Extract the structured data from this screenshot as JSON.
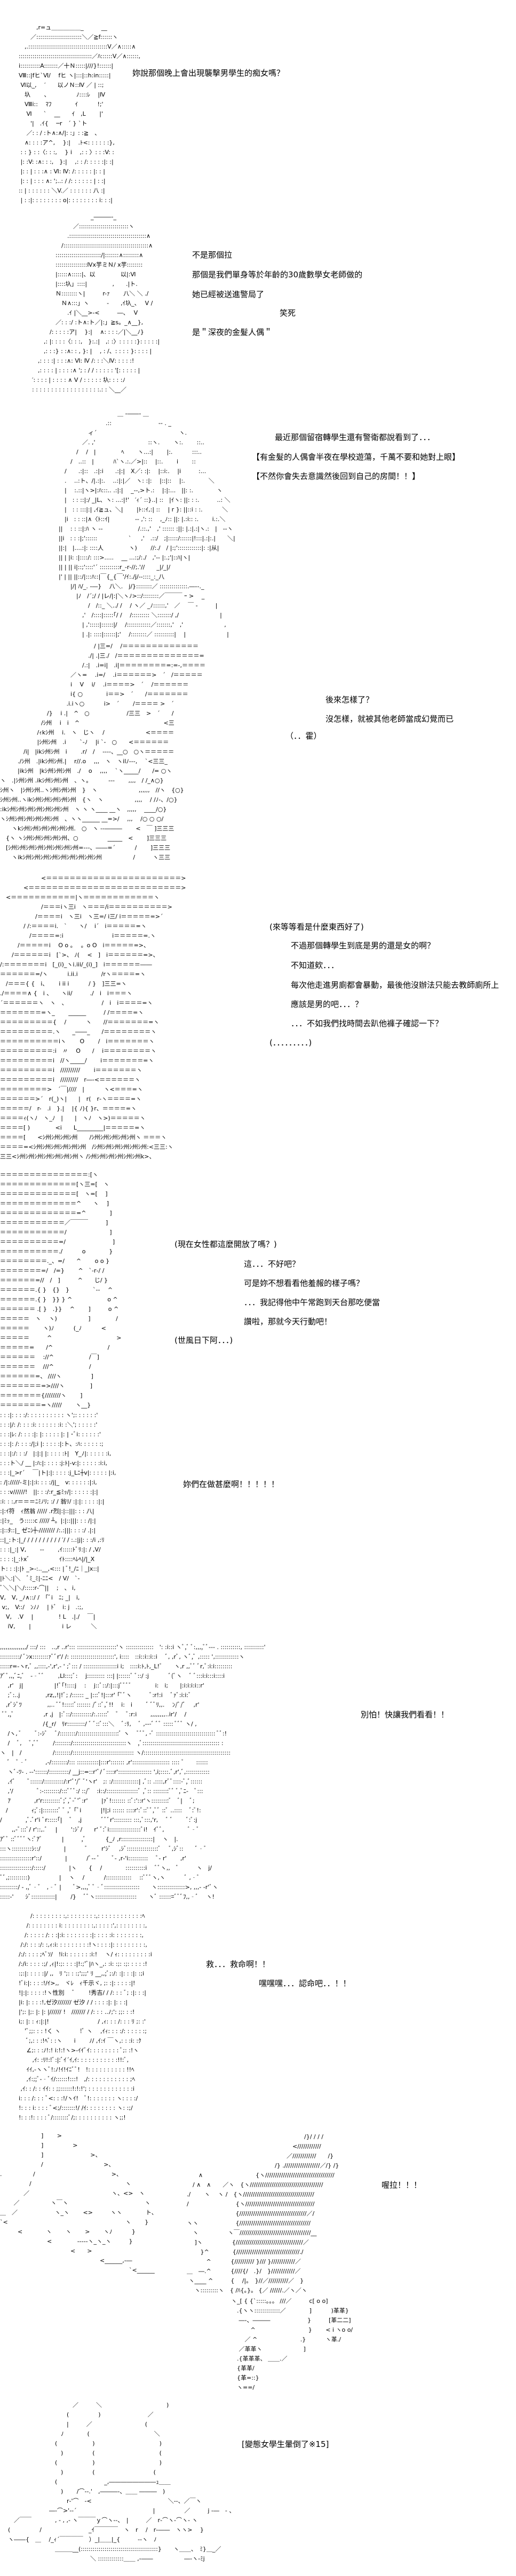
{
  "page": {
    "background_color": "#ffffff",
    "text_color": "#000000"
  },
  "panels": [
    {
      "art": [
        "　　　,r=ュ＿＿＿＿＿_　　　__",
        "　　／:::::::::::::::::::::::＼／≧f::::::ヽ",
        "　,.::::::::::::::::::::::::::::::::::::::::V／∧:::::∧",
        ":::::::::::::::::::::::::::::::::::::／ﾊ::::::V／∧::::::,",
        "i::::::::::A:::::::／十Ｎ:::::|///}!::::::|",
        "Ⅷ::|fヒ`Ⅵ/　 fヒ ヽ|:::|::h:in:::::|",
        " Ⅵ以_,　 ′　　以ノＮ::Ⅳ ／ | ::;",
        "　圦　　 、　　　　　ﾉ::::ﾚ　 |Ⅳ",
        "　Ⅷi::　 ﾏﾌ　　　　ｲ　　　 !;'",
        "　 Ⅵ　　`　 __　　ｲ　,L　　 |'",
        "　　'|　.ｲ{　 ─r　´ } `ト",
        "　 ／: : / :ト∧:∧/|: :」: :≧　、",
        "　∧: : : :ア^,　 }:|　 .ﾄ<: : : : : :},",
        " : : } : :〈: : :,　 } i　 ,: : 〉: : :V: :",
        " |: :V: :∧: : :,　}:|　 ,: : /: : : : :|: :|",
        " |: : | : : :∧ : Ⅵ: Ⅳ: /: : : : : |: : |",
        " |: : | : : : ∧: ';..: / /: : : : : : | : :|",
        ":: | : : : : : : ＼V.／ : : : : : : 八 :|",
        " | : :|: : : : : : : : o|: : : : : : : : i: : :|"
      ],
      "dialogue": [
        "妳說那個晚上會出現襲擊男學生的痴女嗎？"
      ]
    },
    {
      "art": [
        "　　　　　　　　　　_―――-_",
        "　　　　　　　／:::::::::::::::::::::::::ヽ",
        "　　　　　　.:::::::::::::::::::::::::::::::::::::::∧",
        "　　　　　/:::::::::::::::::::::::::::::::::::::::::::∧",
        "　　　　:::::::::::::::::::::::/|:::::::∧::::::::∧",
        "　　　　::::::::::::::::Ⅳx芋ミＮ/ x芋::::::::",
        "　　　　|:::::∧:::::|、以　　　　 以|:Ⅵ",
        "　　　　|::::圦」::::|　　　　 ,　　.|ト.",
        "　　　　Ｎ::::::::ヽ|　　　r-ｧ　　 八＼ ＼ ./",
        "　　　　　Ｎ∧:::」ヽ　　　‐　　,ｲ圦_、　 V /",
        "　　　　　　.ｲ |＼__>-<　　　―、　 V",
        "　　　　／: : :/ :ト∧:ト／|:」≧s。_∧__},",
        "　　　/: : : : :ア|　 }:|　 ∧: : : :／|＼__ﾉ}",
        "　　,: |: : : :〈: : :,　}:.:|　,: :〉: : : : :}: : : : :|",
        "　　,: : :} : :∧: : , }: |　 , : /、: : : : }: : : : |",
        "　,: : : :| : : :∧: Ⅵ: Ⅳ /: : :＼Ⅳ: : : : :!",
        "　,: : : : | : : : :∧ '; : / / : : : : : '[: : : : : |",
        "′: : : : | : : : : ∧ V / : : : : : 圦: : : :ﾉ",
        ": : : : : : : : : : : : : : : : : :.: : ＼__／"
      ],
      "dialogue": [
        "不是那個拉",
        "那個是我們單身等於年齡的30歲數學女老師做的",
        "她已經被送進警局了",
        "笑死",
        "是＂深夜的金髮人偶＂"
      ]
    },
    {
      "art": [
        "　　　　　　　　　　＿ -――- ＿",
        "　　　　　　　　.::　　　　　　　　‐‐ . _",
        "　　　　　ィ´　　　　　　　　　　　　　　ヽ.",
        "　　　　／. ,'　　　　　　　　　::ヽ.　　 ヽ:.　　 ::..",
        "　　　/　 /　|　　　　 ﾍ　　 ヽ...:|　　 |:.　　　 :::..",
        "　　/　..::　|　　　 ﾊ`ヽ.:.／>|::　 |::.　　 i　　 ::",
        "　/　　.:|::　.:|:i　　.:|:|　X／: :|:　 |::i:.　 |i　　　:...",
        "　.　 ..:ト、/|.:|:.　 ..:|:|／　ヽ: :|:　 |::|::　 |:.　　　　＼",
        "　|　 :.::|ヽ>|:ﾊ:::.. .:|:|　 _--,>ト.:　 |:|:...　||: :.　　　　ヽ",
        "　|　: : ::|:/ _|L、ヽ: ...:|!'　′ｨ´ ::}..| ::　|ｲヽ: ||: : :.　　　..: ＼",
        "　|　: : :::|:| ,ｲ≧ュ、＼|　　 |ﾄ::ｲ,:| ::　 | r }: ||::i : :.　　　 ＼",
        "　|i　: : ::|∧〈ﾄ::ｲ|　　　　 ‐‐ ,': ::　 ,_ﾉ:: ||: |.:i:: :.　　 i.:.＼",
        "||　 : : ::|:ﾊ ヽ ‐‐　　　　　　/.::.,'　,' :::::: :||: |.:|.:|ヽ.:　|　‐‐ヽ",
        "||i　: : :|;'::::::　　　　　 ` 　 ,'　.::/　;|:::::/::::::|!:::|.:|:.|　　＼|",
        "||:|　|....:|: ::::人　　　　 ヽ)　　 //:./　/ |:;'::::::::::::|: :|从|",
        "|| | |i: :|::::/: :::>.....　 __ ...:;/:./　,'‐‐ |:.;'|::ﾊ|ヽ|",
        "|| | || i|::;'::::'´ ::::::::::r_‐r‐//;.'//　　_|/_|/",
        "|' | || ||::/|:::ﾊ::|￣{_{￣'/ｲ:./j/‐‐::::_:_八",
        "　　|/| ﾊ/_. ‐―}　 八＼.　j/}::::::::／ ::::::::::::::.―‐-._",
        "　　　|ﾉ　/´;/ / |レ/|:|＼ヽﾉ>::/::::::::／￣￣￣ ｰ >　 _",
        "　　　　　/　/::_ ＼../ /　 / ヽ／ _ﾉ::::::,'　／　 ￣ ‐　　　|",
        "　　　　,'　/::::|:::::｢/ /　 /::::::::: ＼:::::::/ ,/　　　　　　　|",
        "　　　　| ,':::::|::::::|/　 /::::::::::::／:::::::,'　,'　　　　　　　,",
        "　　　　| .|: ::::|::::::|;'　 /::::::::／ ::::::::::| 　|　　　　　　　|"
      ],
      "dialogue": [
        "最近那個留宿轉學生還有警衛都說看到了．．．",
        "【有金髮的人偶會半夜在學校遊蕩，千萬不要和她對上眼】",
        "【不然你會失去意識然後回到自己的房間！！】"
      ]
    },
    {
      "art": [
        "　　　　　　　　　　　　　　　　/ |三=/　 /＝＝＝＝＝＝＝＝＝＝＝＝＝",
        "　　　　　　　　　　　　　　　./| .|三./　/＝＝＝＝＝＝＝＝＝＝＝＝＝＝=",
        "　　　　　　　　　　　　　　/.:|　.i=i|　.i|＝＝＝＝＝＝＝＝=:=‐,＝＝＝＝",
        "　　　　　　　　　　　　／ヽ=　 .i=/　 .i＝＝＝＝＝＝>　´　/＝＝＝＝＝",
        "　　　　　　　　　　　　i　 V　 i/　 .i＝＝＝＝>　´　 /＝＝＝＝＝＝",
        "　　　　　　　　　　　　i{ ○　　　　i＝＝>　´　　/＝＝＝＝＝＝＝",
        "　　　　　　　　　　　 .i.iヽ○　　　 i>　´　　 /＝＝＝＝ >　´",
        "　　　　　　　　/}　 i .|　^　○　　　　　　 /三三　>　´　　/",
        "　　　　　　　/ｼ州　 i　i　^　　　　　　　　　　　　　　 <三",
        "　　　　　　 /ｨkｼ州　 i.　ヽ　じヽ　 /　　　　　　　<＝＝＝＝",
        "　　　　　　 |ｼ州ｼ州　.i　　 `‐ﾉ　 |i `‐　○　　<＝＝＝＝＝＝",
        "　　　　/i|　|ikｼ州ｼ州　i　　 .r/　/　 ‐‐‐‐、__○　○ヽ＝＝＝＝＝",
        "　　　./ｼ州　.|ikｼ州ｼ州.|　 r//.o　 ,,,　ヽ　ヽilﾉ‐‐‐,　 `<三三_",
        "　　　|ikｼ州　|kｼ州ｼ州ｼ州　./　 o　 ,,,,　 `ヽ_____/　　/= ○ヽ",
        "ヽ　.|ｼ州ｼ州 .ikｼ州ｼ州ｼ州　、ヽ。　　　 ‐‐‐　　 ,,,,　/ /_∧○}",
        "ｼ州ヽ　|ｼ州ｼ州..ヽｼ州ｼ州ｼ州　}　ヽ　　　　　　　,,,,,,　//ヽ　{○}",
        "ｼ州ｼ州..ヽikｼ州ｼ州ｼ州ｼ州ｼ州　{ヽ　ヽ　　　　　 ,,,,　 / /ﾉ‐、/○}",
        ":ikｼ州ｼ州ｼ州ｼ州ｼ州ｼ州ｼ州　ヽ ヽ ヽ____ __ヽ　,,,,,　 ____/○}",
        "ヽｼ州ｼ州ｼ州ｼ州ｼ州ｼ州　、ヽヽ______ __=>/　 ,,,　 /○ ○ ○/",
        "　　ヽkｼ州ｼ州ｼ州ｼ州ｼ州ｼ州.　○　ヽ ‐‐―――　　 <　￣ ]三三三",
        "　{ヽ ヽｼ州ｼ州ｼ州ｼ州ｼ州、○　　　　　_____　<　　 ]三三三",
        "　[ｼ州ｼ州ｼ州ｼ州ｼ州ｼ州ｼ州ｼ州=‐‐‐、――=´　　　 /　　 ]三三三",
        "　　ヽikｼ州ｼ州ｼ州ｼ州ｼ州ｼ州ｼ州ｼ州ｼ州　　　　　 /　　　ヽ三三"
      ],
      "dialogue": [
        "後來怎樣了？",
        "沒怎樣，就被其他老師當成幻覺而已",
        "（．．霍）"
      ]
    },
    {
      "art": [
        "　　　　　　　<＝＝＝＝＝＝＝＝＝＝＝＝＝＝＝＝＝＝＝＝＝＝＝>",
        "　　　　<＝＝＝＝＝＝＝＝＝＝＝＝＝＝＝＝＝＝＝＝＝＝＝＝＝＝>",
        "　<＝＝＝＝＝＝＝＝＝＝＝|ヽ＝＝＝＝＝＝＝＝＝＝＝＝ヽ",
        "　　　　　　　/＝＝＝iヽ三i　ヽ＝＝＝/i＝＝＝＝＝＝＝＝＝＝>",
        "　　　　　　/＝＝＝＝i　ヽ三i　ヽ三=/ i三/ i＝＝＝＝＝=>´",
        "　　　　/ /:＝＝＝＝i.　`　　ヽ/　 i´　i＝＝＝＝＝=ヽ",
        "　　　　　/＝＝＝＝=:i　　　　　　　　 i＝＝＝＝＝=.ヽ",
        "　　　/＝＝＝＝＝i　 O o 。　 。o O　i＝＝＝＝＝=>、",
        "　　/＝＝＝＝＝＝i　[`>、 ﾉ(　 <　]　i＝＝＝＝＝＝=>、",
        "/:＝＝＝＝＝＝＝i　[_(i)_ヽi.iii/_(i)_]　i＝＝＝＝＝＝――",
        "＝＝＝＝＝＝=/ヽ　　　 i.ii.i　　　　/rヽ＝＝＝＝=ヽ",
        "　/＝＝＝{ {　i、　　 i ii i　　　 / }　]三三=ヽ",
        "./＝＝＝＝∧ {　i 、　　ヽii/　　　./　i　i＝＝＝ヽ",
        "´＝＝＝＝＝＝ヽ　ヽ　、　　　　　　 /　i　i＝＝＝＝=ヽ",
        "＝＝＝＝＝＝＝=ヽ_　　 ______　　　/ /＝＝＝＝=ヽ",
        "＝＝＝＝＝＝＝＝＝{　 /　　　 ヽ　　//＝＝＝＝＝＝＝=ヽ",
        "＝＝＝＝＝＝＝＝＝.ヽ　　_――_　　/＝＝＝＝＝＝＝＝ヽ",
        "＝＝＝＝＝＝＝＝＝＝iヽ　　 O　　 /　i＝＝＝＝＝＝＝ヽ",
        "＝＝＝＝＝＝＝＝＝:i　〃　 O　　/　 i＝＝＝＝＝＝＝＝ヽ",
        "＝＝＝＝＝＝＝＝＝i　//ヽ_____/　　 i＝＝＝＝＝＝＝=ヽ",
        "＝＝＝＝＝＝＝＝＝i　//////////　　 i＝＝＝＝＝＝＝ヽ",
        "＝＝＝＝＝＝＝＝＝i　/////////　r―‐<＝＝＝＝＝＝ヽ",
        "＝＝＝＝＝＝＝＝>　´￣|////　|　　　 ヽ<＝＝＝=ヽ",
        "＝＝＝＝＝＝>´　r(_)ヽ|　　|　r(　r‐ヽ＝＝＝＝=ヽ",
        "＝＝＝＝＝/　r-　.i　}.|　 |{ ﾉ){ }r、＝＝＝＝=ヽ",
        "＝＝＝＝ｨ(ヽﾉ　ヽ_ﾉ　|　　|　ヽﾉ　ヽ>)＝＝＝＝＝ヽ",
        "＝＝＝＝[ )　　　　 <i　　L_________|＝＝＝＝＝=ヽ",
        "＝＝＝＝[　　<ｼ州ｼ州ｼ州ｼ州　　/ｼ州ｼ州ｼ州ｼ州ｼ州ヽ ＝＝＝ヽ",
        "＝＝＝＝=<ｼ州ｼ州ｼ州ｼ州ｼ州ｼ州　/ｼ州ｼ州ｼ州ｼ州ｼ州ｼ州:<三三:ヽ",
        "三三<ｼ州ｼ州ｼ州ｼ州ｼ州ｼ州ｼ州ヽ /ｼ州ｼ州ｼ州ｼ州ｼ州ｼ州k>、"
      ],
      "dialogue": [
        "(來等等看是什麼東西好了)",
        "不過那個轉學生到底是男的還是女的啊？",
        "不知道欸．．．",
        "每次他走進男廁都會暴動，最後他沒辦法只能去教師廁所上",
        "應該是男的吧．．．？",
        "．．．不如我們找時間去趴他褲子確認一下？",
        "(．．．．．．．．．)"
      ]
    },
    {
      "art": [
        "＝＝＝＝＝＝＝＝＝＝＝＝＝＝＝:[ヽ",
        "＝＝＝＝＝＝＝＝＝＝＝＝＝[ヽ三=[　ヽ",
        "＝＝＝＝＝＝＝＝＝＝＝＝＝[　ヽ=[　 ]",
        "＝＝＝＝＝＝＝＝＝＝＝＝＝^　　ヽ　 ]",
        "＝＝＝＝＝＝＝＝＝＝＝＝＝=^　　　　]",
        "＝＝＝＝＝＝＝＝＝＝＝／￣￣￣　　　]",
        "＝＝＝＝＝＝＝＝＝＝＝/　　　　　　　 ]",
        "＝＝＝＝＝＝＝＝＝＝=/　　　　　　　　]",
        "＝＝＝＝＝＝＝＝＝＝./　　　 o　　　　}",
        "＝＝＝＝＝＝＝＝._、=/　　^　　 o o }",
        "＝＝＝＝＝＝＝=/　/=}　　 ^　`‐r‐/ /",
        "＝＝＝＝＝＝=//　/　]　　　^　　じ/ }",
        "＝＝＝＝＝＝.{ }　{}　}　　　　`‐‐　 ^",
        "＝＝＝＝＝＝.{ }　}} } ^　　　　　　o ^",
        "＝＝＝＝＝＝ .[ }　.}}　 ^　　 ]　　　o ^",
        "＝＝＝＝＝　ヽ　 ヽ)　　　　　 ]　　　　 /",
        "＝＝＝＝＝　　 ヽ)ﾉ　　　 (_ﾉ　　　 <",
        "＝＝＝＝＝　　　^　　　　　　　　　　　>",
        "＝＝＝＝＝=　　/^　　　　　　　　　 /",
        "＝＝＝＝＝＝　 ://^　　　　　　/￣]",
        "＝＝＝＝＝＝　 ///^　　　　　　/",
        "＝＝＝＝＝＝=、 ////ヽ　　　　　]",
        "＝＝＝＝＝＝＝=>////ヽ　　　　 ]",
        "＝＝＝＝＝＝＝{////////ヽ　　 ]",
        "＝＝＝＝＝＝＝=ヽ/////　　 ヽ__}"
      ],
      "dialogue": [
        "(現在女性都這麼開放了嗎？)",
        "這．．．不好吧？",
        "可是妳不想看看他羞赧的樣子嗎？",
        "．．．我記得他中午常跑到天台那吃便當",
        "讚啦，那就今天行動吧！",
        "(世風日下阿．．．)"
      ]
    },
    {
      "art": [
        ": : :|: : : :/: : : : : : : : : : ヽ';: : : : : :'",
        ": : :|/: /: : : :i: : : : : : :i: :＼'; : : : : :'",
        ": : :|ﾚ: /: : : :|: |: : : : : |: | ･ﾞi: : : : : :'",
        ": : :|: /: : : :/|;i |: : : : :|:ト、:ﾊ: : : : : :;",
        ": : :|:/: : :/　|:|:| |: : : : :ﾄ|　Y_ﾉ|: : : : : :i,",
        ": : :ト＼/ __ |:ﾊ:|: : : : :j:ﾄ|‐v:|: : : : : :i:i,",
        ": : :|_>r´　 ￣|ト|:|: : : : :j_Lﾆ┼v|: : : : : |:i,",
        ": /|://///‐ミ|:|:i: : : :/j|_　v: : : : : :|:i,",
        ": : :v//////!　||: : :/:r_≦ﾐｯ/|: : : : : :|:|",
        ":i: : :,r＝＝＝ﾆﾐﾉﾘ; :/ / 翁ﾘ/ :|:|: : : : :|:|",
        ":|:ｲ符　ｨ然翁 ///// .r烈|:|::|||: : : 八|",
        ":|ﾐｯ_　う:::::c ///// ┴。|:|::|||: : : /|:|",
        ":|::ﾀ::|_ ゼﾆｼ┼‐//////// /:.:|||: : : :/ .|:|",
        "::|_:ト:|_/ / / / / / / / / / ′/ / :.:|j|: : :/i ,:ﾘ",
        ": : :|_:| V,　　 ‐‐　　 ,ｲ:::::ﾄﾞﾘ:|: / ,V/",
        ": : : :|_:ﾄxﾞ　　　　　ｲﾄ::::ﾍﾚﾍ|/|_X",
        "ト: : :|:|ﾄ _>‐:..__,<::: | ﾞ!_/ﾆ｜_|x::|",
        "|ﾄ＼:|＼　ﾞﾐ_ﾐ|‐ﾆﾆ<　/ V/　`‐",
        "ﾞ＼＼|＼/:::::r‐⌒||　 ;　、 i,",
        "V,　V, _ﾉ∧::/ /　｢ﾞi　ﾆ; _|　i,",
        " v;,　V::/　ﾝﾉﾉ　 | ﾄﾞ　i: j　.:;,",
        "　V,　.V　 |　　　　 ! L　.|./　 ￣|",
        "　 iV,　　 |　　　　　 i レ　　　 ＼"
      ],
      "dialogue": [
        "妳們在做甚麼啊！！！！！"
      ]
    },
    {
      "art": [
        ",,,,,,,,,,,,,,/ :::/ :::　..,r ..r'::: ::::::::::::::::::::'ヽ ::::::::::::::　': :i::i ヽﾞ,ﾞ ﾞ:,,,,ﾞﾞ‐‐‐ . ::::::::::, ::::::::::'",
        "::::::::::/ ﾞﾝx::::::::ｧﾞﾞr'/ /: ::::::::::::::::::::::', i::::　::i::i::i::i　 ﾞ, ,rﾞ, ヽﾞ,ﾞ ,::::: ',::::::::::::ヽ",
        ":::::r=‐ヽr,ﾞ ,,::::,-',r',- ' ;ﾞ::: / :::::::::::::::::i i;　::::i:ﾄ,ﾄ,_L!ﾞ　　ヽ,r ,,ﾞﾞ ﾞr,ﾞ:i:i:::::::::",
        "ｱﾞﾞ,,,ﾞﾆ,ﾞ　‐‐ﾞﾞ　　 ,LI:::;ﾞ:　 j::::::::: :::| |::::::ﾞ ﾞ::/ :j　　　 ﾞ(ﾞヽ　 ﾞ ﾞ:::i:i:::i::::i",
        "　 ,r'　j|　　　　　 |!ﾞ｢!::::j　 :　 j::ﾞ::/:|:::jﾞﾞﾞﾞ　　　　i:　i;　　|:i:i:i:i::r'",
        "　 ;ﾞ:..j　　　　 ,rz,,!|!ﾞ; /:::::: _ |:::ﾞ!|:::r' ｢ﾞﾞヽ　　　ﾞ:r!:i　 ﾞｧﾞ:i:i:ﾞ",
        "　,rﾞｼﾞﾂ　　　　 ,,.. ﾞﾞ!:::::ﾞ::::::: /ﾞ::ﾞ,ﾞ!!　 i:　i　　 ﾞ ﾞﾞﾘ,,.　 ﾝ/ﾞ/ﾞ　 ,r'",
        " ﾞﾞ,,ﾞ　　　　　,r ,j　|:ﾞ::/::::::::::/:.:::::ﾞ　ﾞ　 ﾞ:r:i　　 ,,,,,,,,..ir'/　 /",
        "　　　　　　　 /{_r/　ﾘr:::::::::/ ﾞ ﾞ::ﾞ:::＼　 ﾞ:ﾘ,　 ﾞ ,‐‐-ﾞ ﾞﾞ ::::: ﾞﾞﾞ ヽ/ ,",
        "　 /ヽ, ﾞ　　 ﾞ:‐ｼﾞ　 ﾞ/::::::::/:::::::::::::::::::::ﾞ ヽ　 ﾞﾞﾞ, -ﾞ :::::::::::::::::::::::::::::: ﾞﾞ:!",
        "　 /　 ﾞ,　 ﾞ,ﾞﾞ　　 /::::::::/:::::::::::::::::::::::::::ヽ　,ﾞ::::::::::::::::::::::::::::::::::::::: :",
        "ヽ　|　/　　　　　 /::::::::/::::::::::::::::::::::::::::::: ヽ/::::::::::::::::::::::::::::::::::::::::::::",
        "　 ﾞ　ﾞ‐ﾞ　　　,‐/::::::::/::: :::::::::::|:::r'::::::: ,r'::::::::::::::::::: :::: ﾞ　　::::::",
        "　 ヽﾞ‐ﾂ‐ . ‐‐'::::::/::::::::::/ __j::=::r'ﾞ/ ﾞ::::r'::::::::::::::::: ',i;::::.ﾞ,r',ﾞ,::::::::::::",
        "　 ,ｲﾞ　　ﾞ::::::/::::::::::/:r'ﾞ'/ﾞ ﾞ'ヽr'　;: :/:::::::::::::| ,ﾞ:: .::::,rﾞﾞ::::-ﾞ,ﾞ::::::",
        "　 ,'/　　　　ﾞ:‐::::::::/:::ﾞﾞﾞ:/ ::/ﾞ　:i::/::::::::::::::::ﾞ ,ﾞ:: ::::::::ﾞﾞ ﾞ,ﾞﾆ‐　ﾞ:::",
        "　 ｱ　　　　,r'r:::::::::ﾞ;ﾞ,ﾞ-ﾞ'ﾞ:r'　　 |ｧﾞ!::::::: ::ﾞ:'::r'ヽ:::::::::ﾞ　ﾞ|　 ﾞ;",
        "　/　　　　ｨ;ﾞ:|::::::::ﾞ ﾞ ,ﾞ ｢ﾞi　　　 |!|;i :::::: ::::r':ﾞ::ﾞﾞ,ﾞﾞ ::ﾞ ..::::　 ﾞ:ﾞ!:",
        "/　　　　,ﾞ.ﾞr'i ﾞr:::::｢|　 ﾞ　,j　　　 ﾞﾞﾞr'::::::::: :::,ﾞ:::,'r,　 ﾞ ﾞ　　 ﾞ:ﾞ:j",
        "　　,,‐ﾞ:::ﾞ/ r'::,.ﾞ 　|　　 ':ｼﾞ/　　r' ﾞ:ﾞi::::::::::::::::ﾞi!　ｲﾞﾞ,　　　　ﾞ‐ﾞ",
        "ｱﾞﾞ ::ﾞﾞﾞﾞヽ:ﾞｱﾞ　　　 |　　　,ﾞ　　　 {_ﾉ ,r::::::::::::::::| 　ヽ　|.",
        ":::ヽ::::::::::ｼ::/　　　　|　　　 ﾞ　　 r'ｼﾞ　 ,ｼﾞ::::::::::::::::ﾞ 　ﾞ,ｼﾞ::　　ﾞ‐ﾞ",
        "::::::::::::::::r'::/　　　　|　　　 /ﾞ‐- ﾞ　　ﾞ- ,r‐'i::::::::::　 ﾞ‐ r'　　 ,r'",
        "::::::::::::::::/:::::/　　　　|ヽ　　{　 /　　　　::::::::::i　 ﾞﾞヽ,,　ﾞ　　　ヽ　j/",
        "ﾞﾞ,;:::::::::)　　　　　|　 ヽ　 /　　　 /:::::::::::::　 ::ﾞﾞﾞヽ,ヽ　　　 ﾞ ,‐ﾞ",
        ":::::::::/ ‐ ,,ﾞ‐ﾞ　,‐ﾞ |　　ﾞ>,,,,ﾞ ﾞ‐ﾞ::::::::::::::::::　　ヽ::::::::::::::>, ,,,‐ ‐r'ﾞヽ",
        ":::::‐'　　ｼﾞ::::::::::::|　　 /}　 ﾞﾞヽ:::::::::::::::::::::　　ヽﾞ ::::::=ﾞﾞﾞﾌ,,‐ﾞ　 ヽ!"
      ],
      "dialogue": [
        "別怕！快讓我們看看！！"
      ]
    },
    {
      "art": [
        "　　/: : : : : : : : :,: : : : : : : :,: : : : : : : : : : : :ﾍ",
        "　 /: : : : : : : : i: : : : : : : : :,: : : : :',: : : : : : : :,",
        "　/: : : : : /: : :|:i: : : : : : : :|: : : : :i: : : : : : : :,",
        " /:/: : : :/: :,ｨ:i: : : : : : : : :!ヽ: : : :|: : : : : : : : :,",
        "/:/: : : : ;ﾍﾞｿ/　!i:i: : : : : : :i:!　 ヽ/ ｨ: : : : : : : : :i",
        "/:/i: : : : :;/ ,ｨ|!:;: : : :|!:;'ﾞ|ﾊヽ_,: :i: :;: :;: : : : :!",
        ":;:|: : : : :|/ ,,　ﾘ ';: : :;';;;' ﾘ __,,;ﾞ;:/: :|: : :|: :;i",
        "!ﾞi:|: : : :!/ｲ>,,　ヾﾚ　ｨ千示ヾ, ;: :|: : : : :|!",
        "!|:|: : : : :!ヽ性別　 ﾞ　　 !秀吉/ / /: : : ﾞ; :|: : :|",
        "|i: |: : : :!,ゼ汐/////// ゼ汐 / / : : : :|: |: : :|",
        "|';: |;: |: |: |////// !　/////// / /: : : ..ﾉ;': ;;: : :!",
        "i;: |: : ｨ:|:|!　　　　　　　　 / ,ｨ: : : /: : : ﾘ ;: :'",
        "　'ﾞ;;: : : !く ヽ　　　 !ﾞ ヽ　 ,ｲｨ: : : :/: : : : : :;",
        "　 ﾞ;,: : :!ﾍﾞ: :ヽ　　i　　 ﾉ/ ,ｲ:ｲ ￣ヽ,: : :i: :ｸ",
        "　 ∠;: : :ﾉ!:! i:!:!ヽ>‐ｲｲﾞｲ: : : : : : : : ﾞ;: :!ヽ",
        "　　 ,ｲ: :ﾘ!:!ﾞ:|:ﾞｲ´ｲ,ｲ: : : : : : : : : : :!!:ﾞ,",
        "　 ｲｲ,-ヽヽﾞ!:ﾉ!ｲ!ｲﾆﾞﾞ!　!: : : : : : : : : : !!ﾍ",
        "　 ,ｲ:;;ﾞ‐‐ﾞｲ/::::::!:::!　,/: : : : : : : : : : : ;ﾍ",
        " ,ｲ: : /: : ｲｲ: : ;;::::::!:!:!'; : : : : : : : : : : : :i",
        "i: : : /: : : ﾞ<: : :!/ヽｲ!　ﾞ!: : : : : : : ヽ: : : :/",
        "!: : : i: : : : ﾞ<;/:::::::!/ /ｲ: : : : : : : : ヽ: :;/",
        "!: : :!: : : : ﾞ/::::::::ﾞ/;: : : : : : : : : : ヽ;;!"
      ],
      "dialogue": [
        "救．．．救命啊！！",
        "嘿嘿嘿．．．認命吧．．！！"
      ]
    },
    {
      "art_left": [
        "　　　　　　　]　　 >",
        "　　　　　　　]　　　　　>",
        "　　　　　　　]　　　　　　　　>、",
        "　　　　　　　/　　　　　　　　　　 >、",
        ".　　　　　 /　　　　　　　　　　　　　>、",
        "　　　　　/　　　　　　　　　　　　　　　　ヽ",
        "　　　　／　　　　　　　　　　　　　　ヽ、<>　ヽ",
        "　　 ／　　　　　 ヽ￣ヽ　　　　　　　　　　　　　ヽ",
        "＿　／　　　　　　 ヽ_ヽ　　 <>　　　ヽヽ　　　　ト、",
        "`<　　　　　　　　　　　　　　　　　　　　ヽ　　 }",
        "　　　<　　　　ヽ　　 ヽ　　 >　　 ヽﾉ　　　 }",
        "　　　　　　　　<　　　　 ‐‐‐‐‐ヽ_ヽ_ヽ　　　}",
        "　　　　　　　　　　　　<　　>",
        "　　　　　　　　　　　　　　　　　<______,‐―",
        "　　　　　　　　　　　　　　　　　　　　　　`<______"
      ],
      "art_right": [
        "　　　　　　　　　　　　　　　　　　　　/}/ / / /",
        "　　　　　　　　　　　　　　　　　　<////////////",
        "　　　　　　　　　　　　　　　　　／////////////　　/}",
        "　　　　　　　　　　　　　　　/} .//////////////////／/} /}",
        "　　∧　　　　　　　　　{ヽ///////////////////////////////////",
        "　/ ∧　∧　　／ヽ　{ヽ/////////////////////////////////////",
        "./　　 ヽ　 ヽ /　{ヽ////////////////////////////////////",
        "/　　　　　　　　{ヽ///////////////////////////////////",
        "　　　　　　　　 {//////////////////////////////////／/",
        "ヽヽ　　　　　　 {////////////////////////////////////",
        "　ヽ　　　　　ヽ￣////////////////////////////////////__",
        "　 ]ヽ　　　　　{//////////////////////////////////／",
        "　　 }^　　　　{////////////////////////////////./",
        "　　　 ^　　　 {////////// }/// }////////////／",
        "＿　―.^　　　 {////{/　.}/　}////////////／",
        " ヽ____ ^　　　{　 /|。　}//／//////////／　}",
        "　 ヽ:::::::::ヽ　{ /ﾊ{。}。 {／ //////.／ヽ／ヽ"
      ],
      "art_mini": [
        "ヽ_[ { {`:::::。。。 ///／　　　c[ o o]",
        "　.{ヽヽ:::::::::::::／　　　　]　　　 )革革}",
        "　 ―‐、―――　　　　　　 }　　　[革二二]",
        "　　　 ^　　　　　　　　　}　　 < i ヽo o/",
        "　　 ／ ^　　　　　　　 .}　　　 ヽ革./",
        "　 ／革革ヽ　　　　　　　]",
        "　.{革革革、 ＿＿.／",
        "　{革革/",
        "　{革=::}",
        "　ヽ==/"
      ],
      "dialogue": [
        "喔拉！！！"
      ]
    },
    {
      "art": [
        "　　　　　　　　　　　／　　　＼　　　　　　　　　　　)",
        "　　　　　　　　　　(　　　　　)　　　　　　　　／",
        "　　　　　　　　　　|　　　／　　　　　　　　　(",
        "　　　　　　　　　ﾉ　　　　(　　　　　　　　　　　＼",
        "　　　　　　　　(　　　　　　)　　　　　　　　　　　)",
        "　　　　　　　　　)　　　　　(　　　　　　　　　　　(",
        "　　　　　　　　(　　　　　　)　　　　　　　　　　　)",
        "　　　　　　　　　)　　　　　(　　　　　　　　　　(",
        "　　　　　　　　(　　　　　　　　_,――――――――ｭ＿＿",
        "　　　　　　　　　)　　 /⌒‐‐.'　,―――‐、＿＿ ―――　)",
        "　　　　　　　　　　r‐'⌒　‐<　　　　　　　　　　　　　＼‐‐、／￣ヽ",
        "　　　　　　　―‐⌒>'‐‐´　　　　　　　　　　　　　|　　　　　／　　　j ‐―　‐ 、",
        "　／￣￣　　　　, ‐ , ,‐ ヽ￣￣￣ｙ⌒ヽ‐‐、　|　　　／　r‐⌒ヽ‐⌒ヽ‐ ヽ",
        "(　　　　　/　　　　　　　　_ｲ￣￣￣￣　ヽ　r　 /　r‐――　ヽヽ>　 }",
        "ヽ――{　＿　 /_ｨ´￣￣￣￣　）_|＿＿|_{　　　‐‐ヽ　ﾉ",
        "　　　　　　　　＿＿＿__(:::::::::::::::::::::::::::::::::::::::}　　ヽ＿＿、　ﾐ}＿_／",
        "　　　　　　　　　　　　　　＼ :::::::::::::＿＿ ,‐――　　　　　 ―‐ヽ‐ﾐj"
      ],
      "dialogue": [
        "[變態女學生暈倒了※15]"
      ]
    }
  ]
}
